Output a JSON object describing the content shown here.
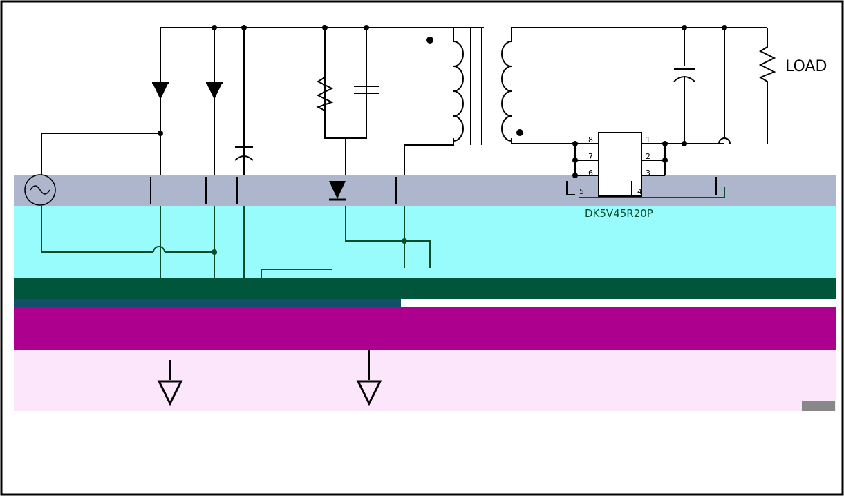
{
  "diagram": {
    "load_label": "LOAD",
    "ic_part_number": "DK5V45R20P",
    "ic_pins": [
      "1",
      "2",
      "3",
      "4",
      "5",
      "6",
      "7",
      "8"
    ]
  },
  "colors": {
    "band_grey": "#adb6cc",
    "band_cyan": "#98fcfc",
    "band_dark_green": "#00553a",
    "band_magenta": "#ad008f",
    "band_pink": "#fce6fb",
    "wire": "#000000",
    "part_text": "#0b4d2b"
  }
}
